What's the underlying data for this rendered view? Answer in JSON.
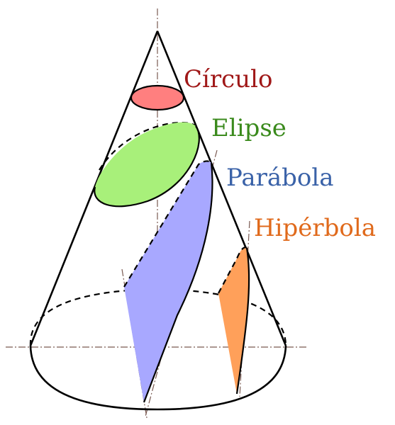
{
  "labels": {
    "circle": "Círculo",
    "ellipse": "Elipse",
    "parabola": "Parábola",
    "hyperbola": "Hipérbola"
  },
  "colors": {
    "circle_fill": "#ff7f7f",
    "circle_text": "#a01818",
    "ellipse_fill": "#a8f07a",
    "ellipse_text": "#3a8a1c",
    "parabola_fill": "#a8a8ff",
    "parabola_text": "#3a62a8",
    "hyperbola_fill": "#ffa05a",
    "hyperbola_text": "#e06a1c",
    "outline": "#000000",
    "axis": "#7a5a52"
  }
}
